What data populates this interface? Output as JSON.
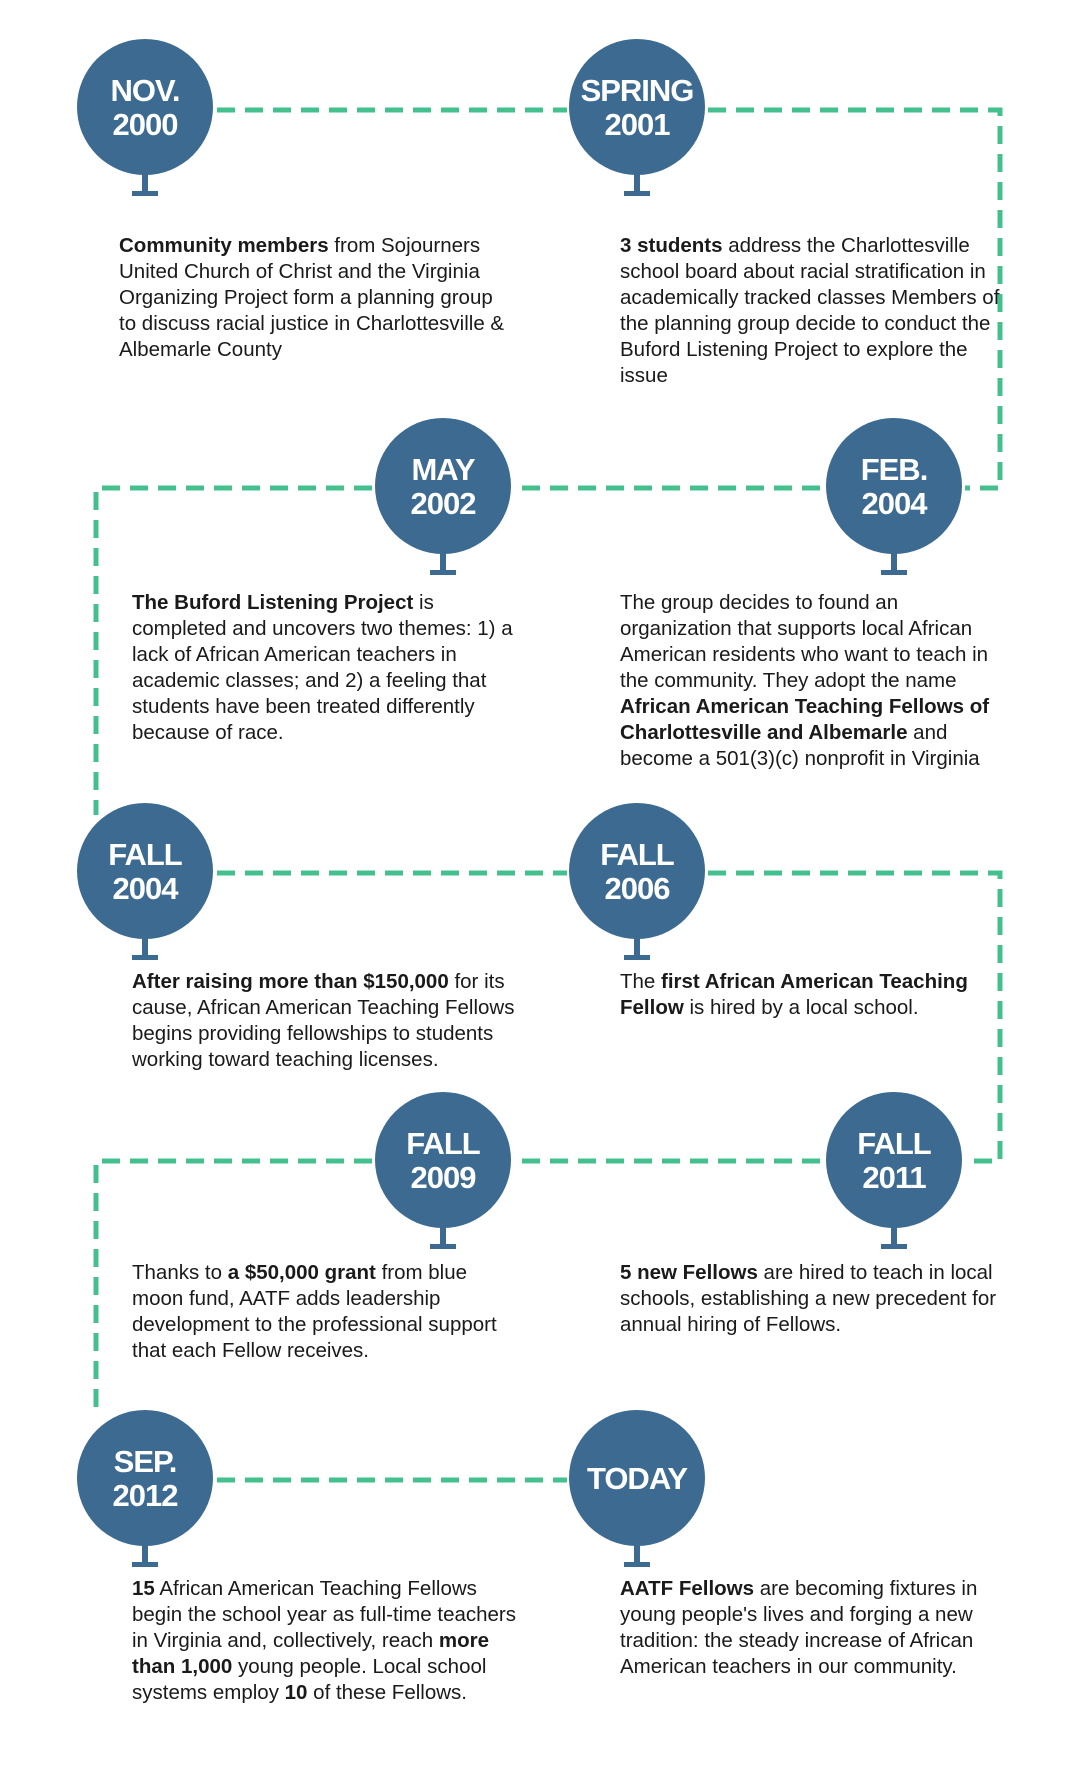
{
  "colors": {
    "circle": "#3d6a90",
    "connector": "#43c08e",
    "text": "#1a1a1a"
  },
  "events": [
    {
      "date_line1": "NOV.",
      "date_line2": "2000",
      "description": [
        {
          "text": "Community members",
          "bold": true
        },
        {
          "text": " from Sojourners United Church of Christ and the Virginia Organizing Project form a planning group to discuss racial justice in Charlottesville & Albemarle County",
          "bold": false
        }
      ]
    },
    {
      "date_line1": "SPRING",
      "date_line2": "2001",
      "description": [
        {
          "text": "3 students",
          "bold": true
        },
        {
          "text": " address the Charlottesville school board about racial stratification in academically tracked classes Members of the planning group decide to conduct the Buford Listening Project to explore the issue",
          "bold": false
        }
      ]
    },
    {
      "date_line1": "MAY",
      "date_line2": "2002",
      "description": [
        {
          "text": "The Buford Listening Project",
          "bold": true
        },
        {
          "text": " is completed and uncovers two themes: 1) a lack of African American teachers in academic classes; and 2) a feeling that students have been treated differently because of race.",
          "bold": false
        }
      ]
    },
    {
      "date_line1": "FEB.",
      "date_line2": "2004",
      "description": [
        {
          "text": "The group decides to found an organization that supports local African American residents who want to teach in the community. They adopt the name ",
          "bold": false
        },
        {
          "text": "African American Teaching Fellows of Charlottesville and Albemarle",
          "bold": true
        },
        {
          "text": " and become a 501(3)(c) nonprofit in Virginia",
          "bold": false
        }
      ]
    },
    {
      "date_line1": "FALL",
      "date_line2": "2004",
      "description": [
        {
          "text": "After raising more than $150,000",
          "bold": true
        },
        {
          "text": " for its cause, African American Teaching Fellows begins providing fellowships to students working toward teaching licenses.",
          "bold": false
        }
      ]
    },
    {
      "date_line1": "FALL",
      "date_line2": "2006",
      "description": [
        {
          "text": "The ",
          "bold": false
        },
        {
          "text": "first African American Teaching Fellow",
          "bold": true
        },
        {
          "text": " is hired by a local school.",
          "bold": false
        }
      ]
    },
    {
      "date_line1": "FALL",
      "date_line2": "2009",
      "description": [
        {
          "text": "Thanks to ",
          "bold": false
        },
        {
          "text": "a $50,000 grant",
          "bold": true
        },
        {
          "text": " from blue moon fund, AATF adds leadership development to the professional support that each Fellow receives.",
          "bold": false
        }
      ]
    },
    {
      "date_line1": "FALL",
      "date_line2": "2011",
      "description": [
        {
          "text": "5 new Fellows",
          "bold": true
        },
        {
          "text": " are hired to teach in local schools, establishing a new precedent for annual hiring of Fellows.",
          "bold": false
        }
      ]
    },
    {
      "date_line1": "SEP.",
      "date_line2": "2012",
      "description": [
        {
          "text": "15",
          "bold": true
        },
        {
          "text": " African American Teaching Fellows begin the school year as full-time teachers in Virginia and, collectively, reach ",
          "bold": false
        },
        {
          "text": "more than 1,000",
          "bold": true
        },
        {
          "text": " young people. Local school systems employ ",
          "bold": false
        },
        {
          "text": "10",
          "bold": true
        },
        {
          "text": " of these Fellows.",
          "bold": false
        }
      ]
    },
    {
      "date_line1": "TODAY",
      "date_line2": "",
      "description": [
        {
          "text": "AATF Fellows",
          "bold": true
        },
        {
          "text": " are becoming fixtures in young people's lives and forging a new tradition: the steady increase of African American teachers in our community.",
          "bold": false
        }
      ]
    }
  ]
}
